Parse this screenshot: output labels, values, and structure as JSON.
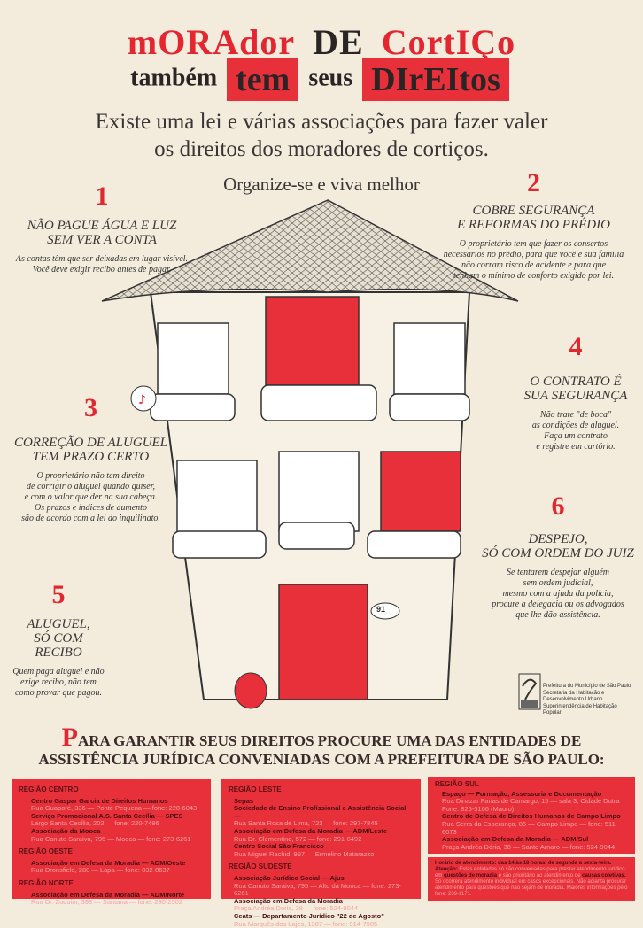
{
  "title": {
    "line1": [
      {
        "text": "mORAdor",
        "color": "red"
      },
      {
        "text": "DE",
        "color": "black"
      },
      {
        "text": "CortIÇo",
        "color": "red"
      }
    ],
    "line2": {
      "w1": "também",
      "w2": "tem",
      "w3": "seus",
      "w4": "DIrEItos"
    }
  },
  "subtitle": {
    "line1": "Existe uma lei e várias associações para fazer valer",
    "line2": "os direitos dos moradores de cortiços.",
    "line3": "Organize-se e viva melhor"
  },
  "points": [
    {
      "num": "1",
      "heading": [
        "NÃO PAGUE ÁGUA E LUZ",
        "SEM VER A CONTA"
      ],
      "body": [
        "As contas têm que ser deixadas em lugar visível.",
        "Você deve exigir recibo antes de pagar."
      ]
    },
    {
      "num": "2",
      "heading": [
        "COBRE SEGURANÇA",
        "E REFORMAS DO PRÉDIO"
      ],
      "body": [
        "O proprietário tem que fazer os consertos",
        "necessários no prédio, para que você e sua família",
        "não corram risco de acidente e para que",
        "tenham o mínimo de conforto exigido por lei."
      ]
    },
    {
      "num": "3",
      "heading": [
        "CORREÇÃO DE ALUGUEL",
        "TEM PRAZO CERTO"
      ],
      "body": [
        "O proprietário não tem direito",
        "de corrigir o aluguel quando quiser,",
        "e com o valor que der na sua cabeça.",
        "Os prazos e índices de aumento",
        "são de acordo com a lei do inquilinato."
      ]
    },
    {
      "num": "4",
      "heading": [
        "O CONTRATO É",
        "SUA SEGURANÇA"
      ],
      "body": [
        "Não trate \"de boca\"",
        "as condições de aluguel.",
        "Faça um contrato",
        "e registre em cartório."
      ]
    },
    {
      "num": "5",
      "heading": [
        "ALUGUEL,",
        "SÓ COM",
        "RECIBO"
      ],
      "body": [
        "Quem paga aluguel e não",
        "exige recibo, não tem",
        "como provar que pagou."
      ]
    },
    {
      "num": "6",
      "heading": [
        "DESPEJO,",
        "SÓ COM ORDEM DO JUIZ"
      ],
      "body": [
        "Se tentarem despejar alguém",
        "sem ordem judicial,",
        "mesmo com a ajuda da polícia,",
        "procure a delegacia ou os advogados",
        "que lhe dão assistência."
      ]
    }
  ],
  "illustration": {
    "door_sign": "91"
  },
  "logo": {
    "lines": [
      "Prefeitura do Município de São Paulo",
      "Secretaria da Habitação e",
      "Desenvolvimento Urbano",
      "Superintendência de Habitação Popular"
    ]
  },
  "bottom": {
    "cap": "P",
    "line1": "ARA GARANTIR SEUS DIREITOS PROCURE UMA DAS ENTIDADES DE",
    "line2": "ASSISTÊNCIA JURÍDICA CONVENIADAS COM A PREFEITURA DE SÃO PAULO:"
  },
  "regions": {
    "centro": {
      "name": "REGIÃO CENTRO",
      "entries": [
        {
          "n": "Centro Gaspar Garcia de Direitos Humanos",
          "a": "Rua Guaporé, 336 — Ponte Pequena — fone: 228-6043"
        },
        {
          "n": "Serviço Promocional A.S. Santa Cecília — SPES",
          "a": "Largo Santa Cecília, 202 — fone: 220-7486"
        },
        {
          "n": "Associação da Mooca",
          "a": "Rua Canuto Saraiva, 795 — Mooca — fone: 273-6261"
        }
      ]
    },
    "oeste": {
      "name": "REGIÃO OESTE",
      "entries": [
        {
          "n": "Associação em Defesa da Moradia — ADM/Oeste",
          "a": "Rua Dronsfield, 280 — Lapa — fone: 832-8637"
        }
      ]
    },
    "norte": {
      "name": "REGIÃO NORTE",
      "entries": [
        {
          "n": "Associação em Defesa da Moradia — ADM/Norte",
          "a": "Rua Dr. Zuquim, 398 — Santana — fone: 290-2502"
        }
      ]
    },
    "leste": {
      "name": "REGIÃO LESTE",
      "entries": [
        {
          "n": "Sepas",
          "n2": "Sociedade de Ensino Profissional e Assistência Social —",
          "a": "Rua Santa Rosa de Lima, 723 — fone: 297-7845"
        },
        {
          "n": "Associação em Defesa da Moradia — ADM/Leste",
          "a": "Rua Dr. Clementino, 572 — fone: 291-0492"
        },
        {
          "n": "Centro Social São Francisco",
          "a": "Rua Miguel Rachid, 997 — Ermelino Matarazzo"
        }
      ]
    },
    "sudeste": {
      "name": "REGIÃO SUDESTE",
      "entries": [
        {
          "n": "Associação Jurídico Social — Ajus",
          "a": "Rua Canuto Saraiva, 795 — Alto da Mooca — fone: 273-6261"
        },
        {
          "n": "Associação em Defesa da Moradia",
          "a": "Praça Andréa Doria, 38 — fone: 524-9044"
        },
        {
          "n": "Ceats — Departamento Jurídico \"22 de Agosto\"",
          "a": "Rua Marquês dos Lajes, 1387 — fone: 914-7985"
        }
      ]
    },
    "sul": {
      "name": "REGIÃO SUL",
      "entries": [
        {
          "n": "Espaço — Formação, Assessoria e Documentação",
          "a": "Rua Dinazar Farias de Camargo, 15 — sala 3, Cidade Dutra",
          "a2": "Fone: 825-5166 (Mauro)"
        },
        {
          "n": "Centro de Defesa de Direitos Humanos de Campo Limpo",
          "a": "Rua Serra da Esperança, 86 — Campo Limpo — fone: 511-6073"
        },
        {
          "n": "Associação em Defesa da Moradia — ADM/Sul",
          "a": "Praça Andréa Dória, 38 — Santo Amaro — fone: 524-9044"
        }
      ]
    },
    "note": {
      "hours": "Horário de atendimento: das 14 às 18 horas, de segunda a sexta-feira.",
      "attention_label": "Atenção:",
      "text1": "Estas entidades só são conveniadas para prestar atendimento jurídico em",
      "bold1": "questões de moradia",
      "text2": "e são prioritário ao atendimento de",
      "bold2": "causas coletivas.",
      "text3": "Só ocorrerá atendimento individual em casos excepcionais. Não adianta procurar atendimento para questões que não sejam de moradia. Maiores informações pelo fone: 239-1171."
    }
  },
  "colors": {
    "red": "#e8303a",
    "background": "#f3ecdc",
    "ink": "#2a2525"
  }
}
